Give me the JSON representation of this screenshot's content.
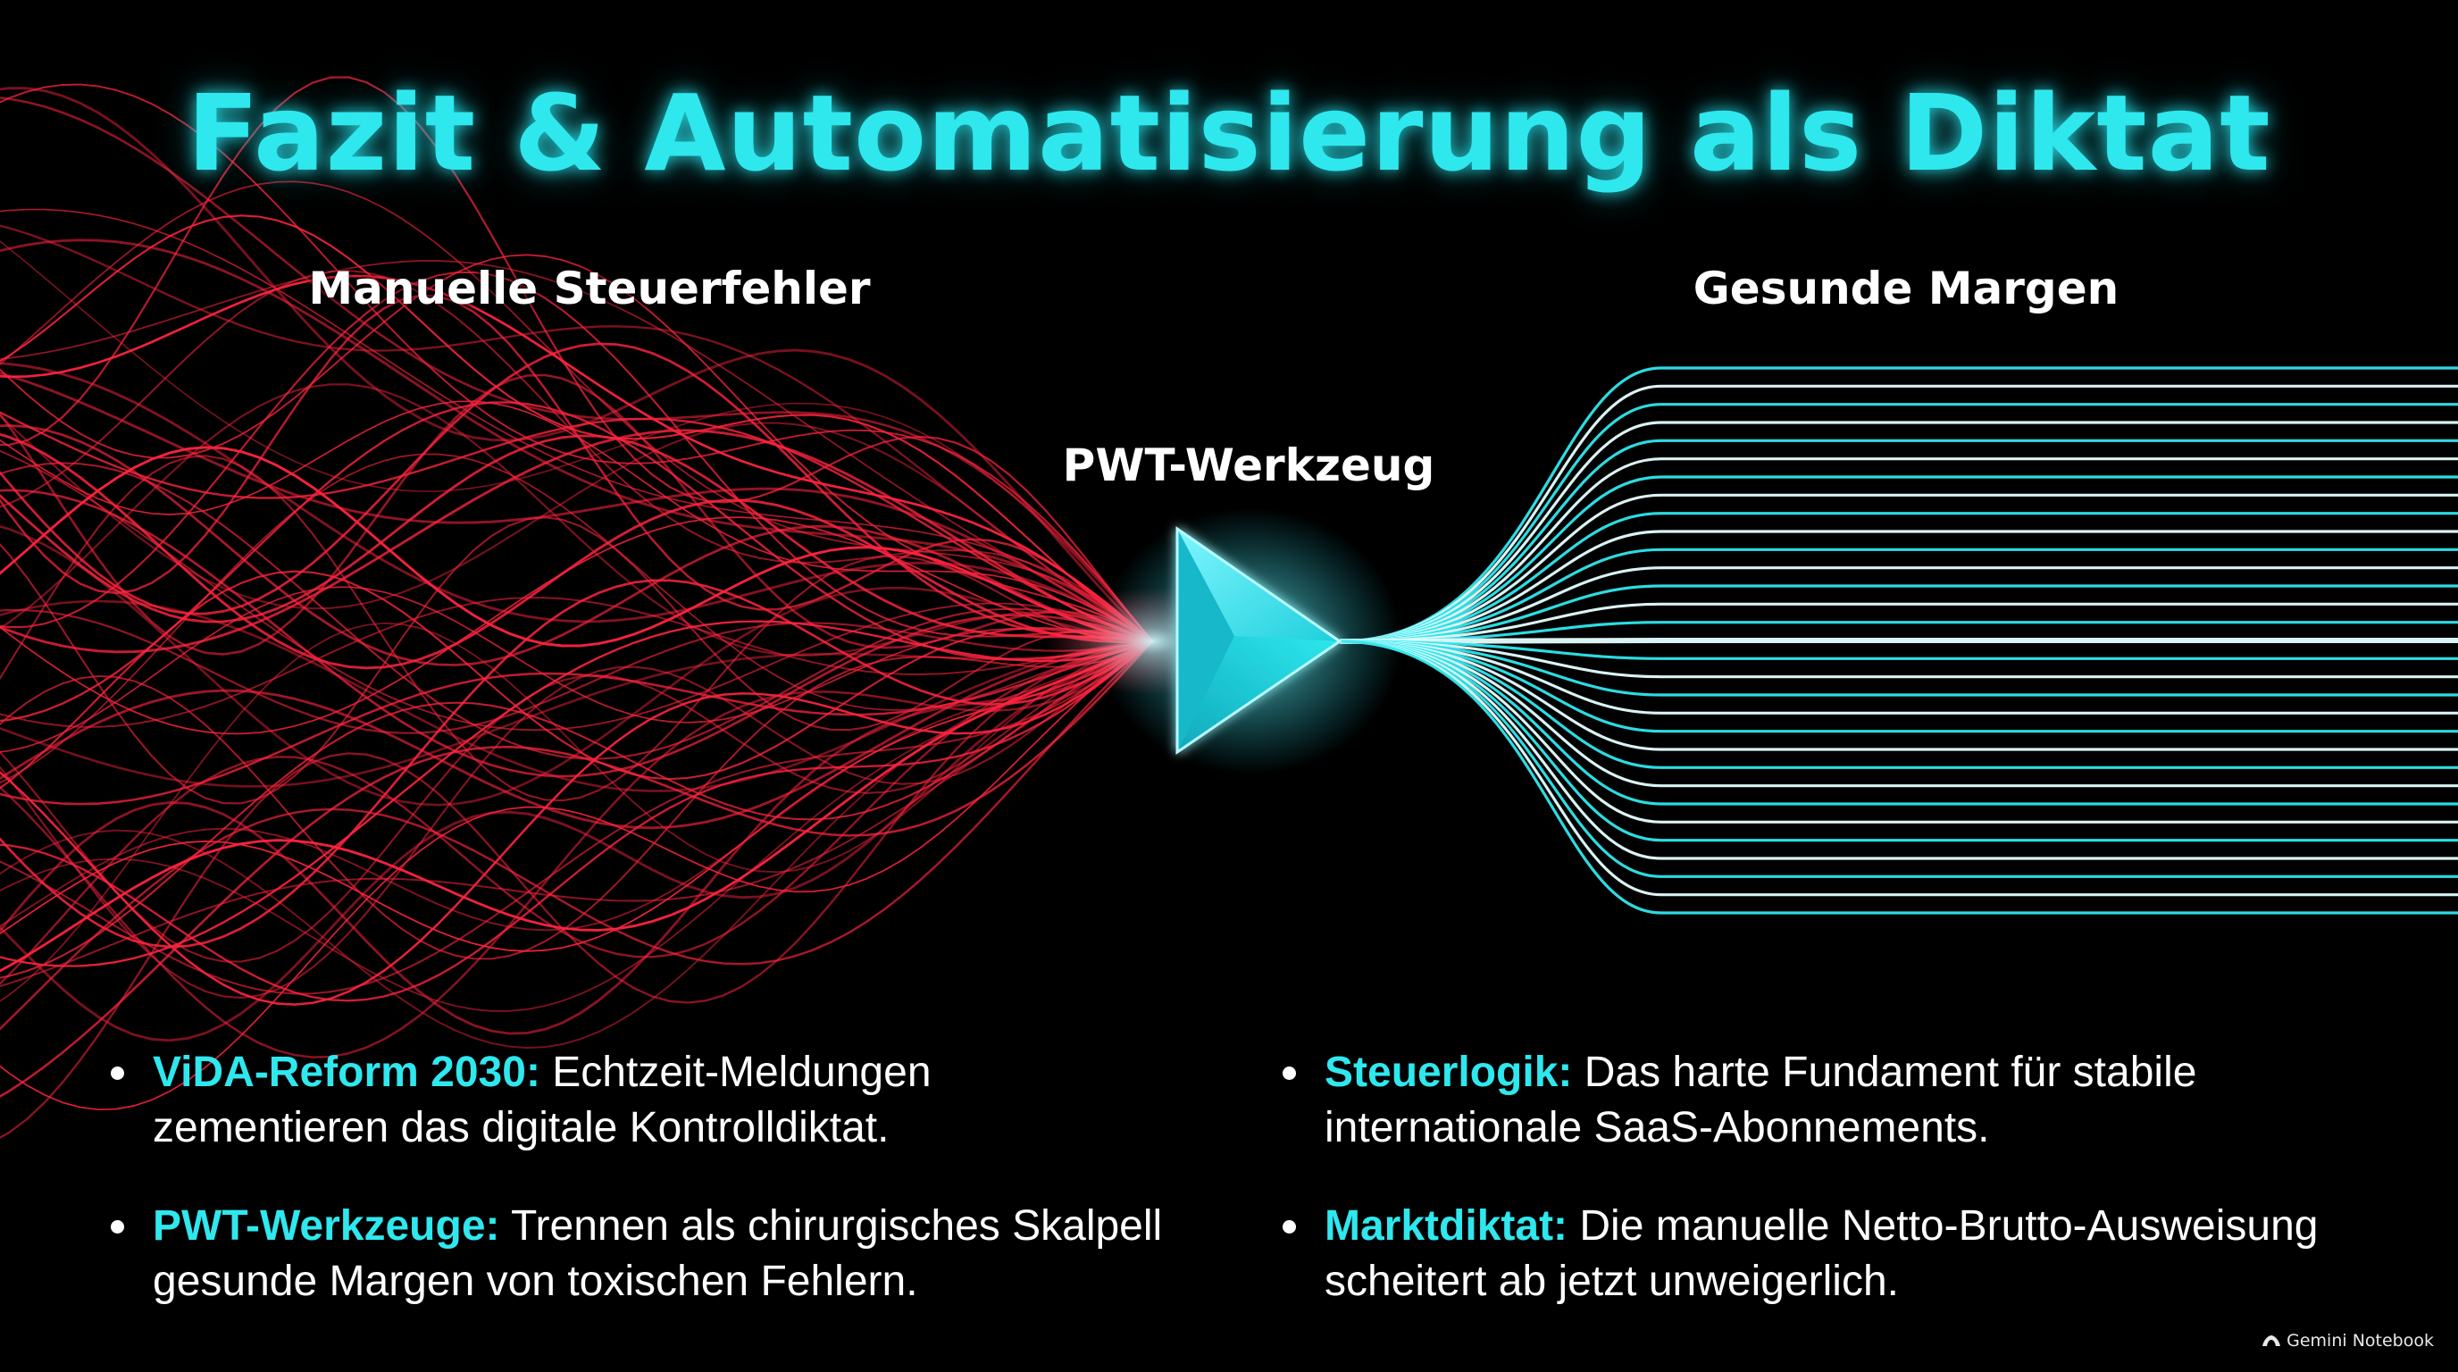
{
  "title": "Fazit & Automatisierung als Diktat",
  "diagram": {
    "left_label": "Manuelle Steuerfehler",
    "center_label": "PWT-Werkzeug",
    "right_label": "Gesunde Margen",
    "colors": {
      "chaos": "#ff2440",
      "order": "#2ee8ee",
      "accent": "#2ee8ee"
    }
  },
  "bullets_left": [
    {
      "term": "ViDA-Reform 2030:",
      "text": "Echtzeit-Meldungen zementieren das digitale Kontrolldiktat."
    },
    {
      "term": "PWT-Werkzeuge:",
      "text": "Trennen als chirurgisches Skalpell gesunde Margen von toxischen Fehlern."
    }
  ],
  "bullets_right": [
    {
      "term": "Steuerlogik:",
      "text": "Das harte Fundament für stabile internationale SaaS-Abonnements."
    },
    {
      "term": "Marktdiktat:",
      "text": "Die manuelle Netto-Brutto-Ausweisung scheitert ab jetzt unweigerlich."
    }
  ],
  "footer": {
    "brand": "Gemini Notebook",
    "icon": "gemini-logo-icon"
  }
}
